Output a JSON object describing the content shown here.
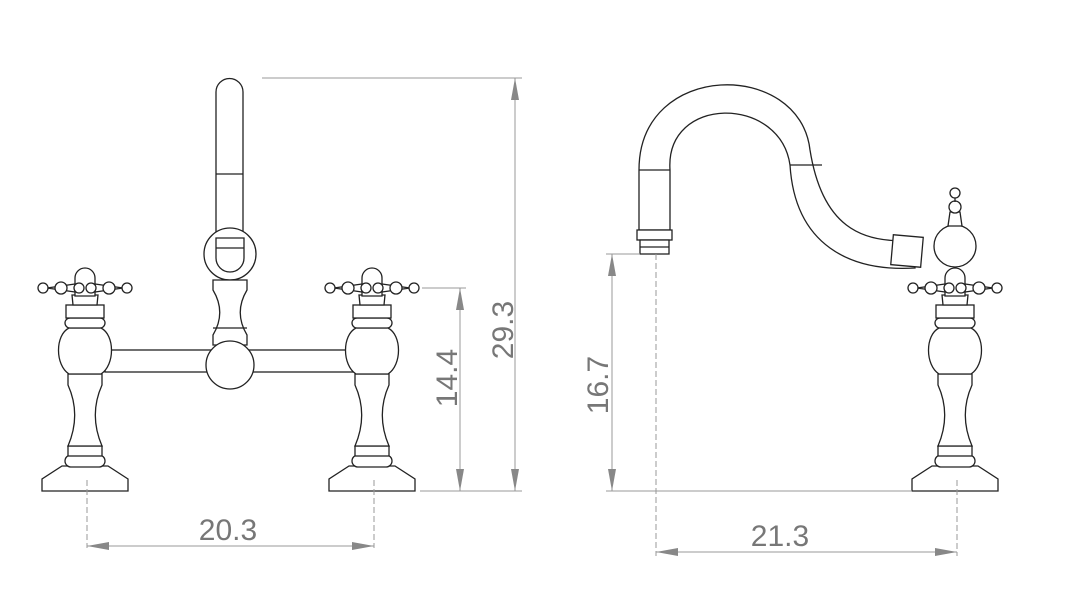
{
  "title": "Bridge faucet dimension drawing",
  "views": {
    "front": {
      "dimensions": {
        "total_height": "29.3",
        "handle_height": "14.4",
        "valve_spacing": "20.3"
      }
    },
    "side": {
      "dimensions": {
        "spout_height": "16.7",
        "spout_reach": "21.3"
      }
    }
  },
  "colors": {
    "line": "#222222",
    "dimension": "#999999",
    "label": "#777777"
  }
}
